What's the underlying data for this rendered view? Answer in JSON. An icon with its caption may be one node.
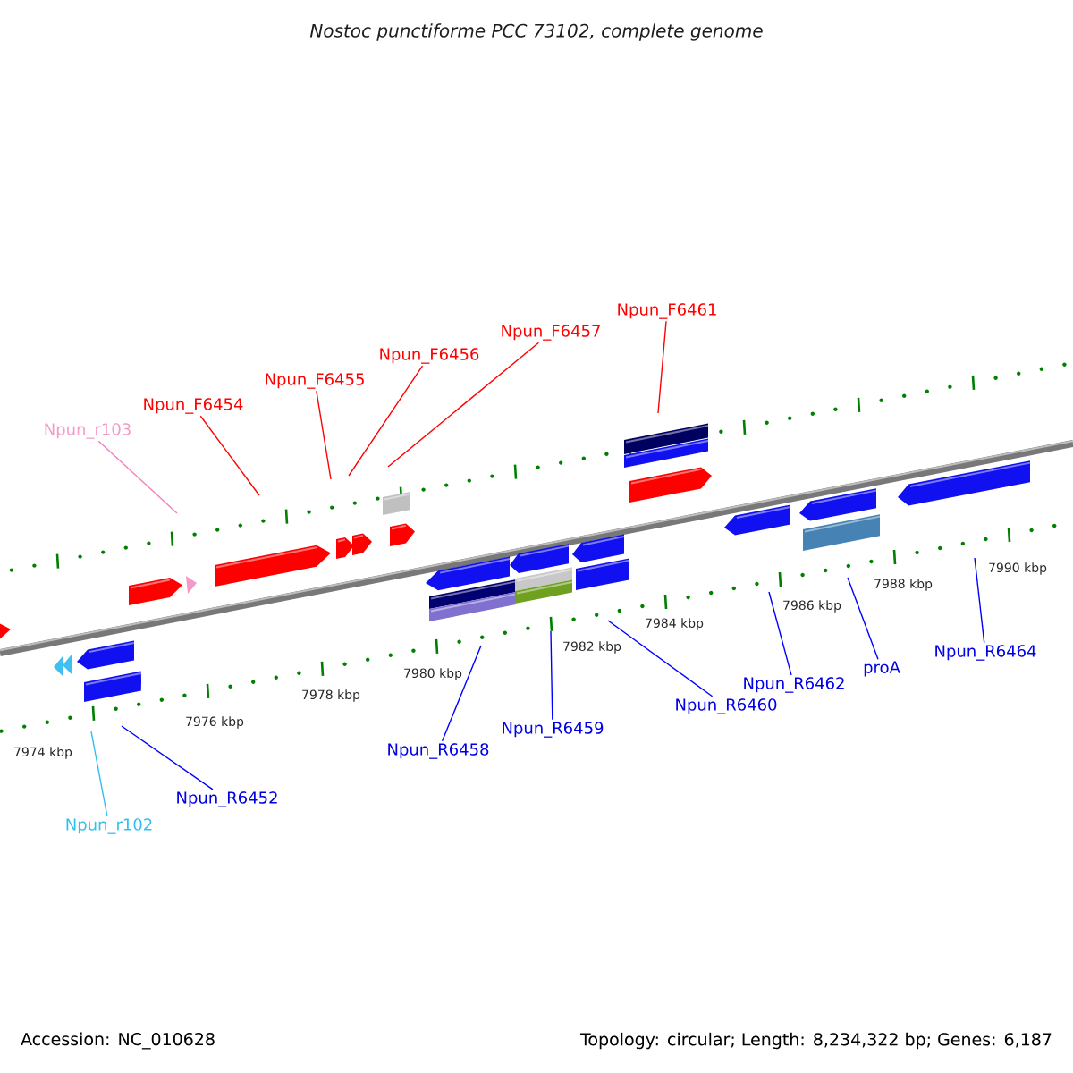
{
  "diagram": {
    "title": "Nostoc punctiforme PCC 73102, complete genome",
    "nodes": [
      {
        "text": [
          "Npun_r103"
        ]
      },
      {
        "text": [
          "Npun_F6454"
        ]
      },
      {
        "text": [
          "Npun_F6455"
        ]
      },
      {
        "text": [
          "Npun_F6456"
        ]
      },
      {
        "text": [
          "Npun_F6457"
        ]
      },
      {
        "text": [
          "Npun_F6461"
        ]
      },
      {
        "text": [
          "Npun_r102"
        ]
      },
      {
        "text": [
          "Npun_R6452"
        ]
      },
      {
        "text": [
          "Npun_R6458"
        ]
      },
      {
        "text": [
          "Npun_R6459"
        ]
      },
      {
        "text": [
          "Npun_R6460"
        ]
      },
      {
        "text": [
          "Npun_R6462"
        ]
      },
      {
        "text": [
          "proA"
        ]
      },
      {
        "text": [
          "Npun_R6464"
        ]
      }
    ],
    "edges": [
      {
        "from": 0,
        "to": null,
        "arrow": "none",
        "color": "#f080c0"
      },
      {
        "from": 1,
        "to": null,
        "arrow": "none",
        "color": "#ff0000"
      },
      {
        "from": 2,
        "to": null,
        "arrow": "none",
        "color": "#ff0000"
      },
      {
        "from": 3,
        "to": null,
        "arrow": "none",
        "color": "#ff0000"
      },
      {
        "from": 4,
        "to": null,
        "arrow": "none",
        "color": "#ff0000"
      },
      {
        "from": 5,
        "to": null,
        "arrow": "none",
        "color": "#ff0000"
      },
      {
        "from": 6,
        "to": null,
        "arrow": "none",
        "color": "#30c0f0"
      },
      {
        "from": 7,
        "to": null,
        "arrow": "none",
        "color": "#0000ff"
      },
      {
        "from": 8,
        "to": null,
        "arrow": "none",
        "color": "#0000ff"
      },
      {
        "from": 9,
        "to": null,
        "arrow": "none",
        "color": "#0000ff"
      },
      {
        "from": 10,
        "to": null,
        "arrow": "none",
        "color": "#0000ff"
      },
      {
        "from": 11,
        "to": null,
        "arrow": "none",
        "color": "#0000ff"
      },
      {
        "from": 12,
        "to": null,
        "arrow": "none",
        "color": "#0000ff"
      },
      {
        "from": 13,
        "to": null,
        "arrow": "none",
        "color": "#0000ff"
      }
    ],
    "labels": [
      "7974 kbp",
      "7976 kbp",
      "7978 kbp",
      "7980 kbp",
      "7982 kbp",
      "7984 kbp",
      "7986 kbp",
      "7988 kbp",
      "7990 kbp",
      "Accession: NC_010628",
      "Topology: circular; Length: 8,234,322 bp; Genes: 6,187"
    ]
  }
}
